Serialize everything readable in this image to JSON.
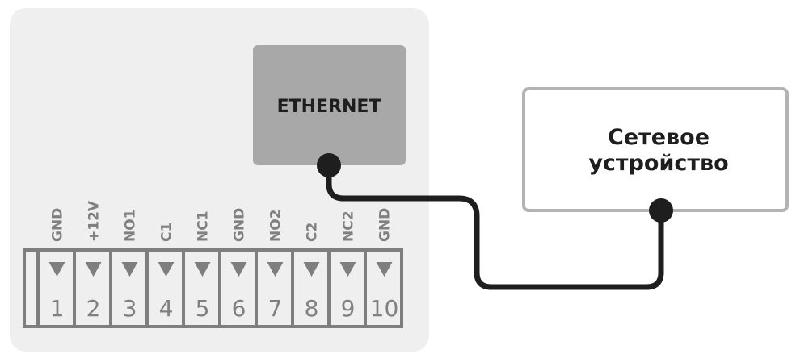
{
  "board": {
    "ethernet_label": "ETHERNET",
    "terminals": [
      {
        "name": "GND",
        "number": "1"
      },
      {
        "name": "+12V",
        "number": "2"
      },
      {
        "name": "NO1",
        "number": "3"
      },
      {
        "name": "C1",
        "number": "4"
      },
      {
        "name": "NC1",
        "number": "5"
      },
      {
        "name": "GND",
        "number": "6"
      },
      {
        "name": "NO2",
        "number": "7"
      },
      {
        "name": "C2",
        "number": "8"
      },
      {
        "name": "NC2",
        "number": "9"
      },
      {
        "name": "GND",
        "number": "10"
      }
    ]
  },
  "device": {
    "line1": "Сетевое",
    "line2": "устройство"
  },
  "colors": {
    "board_bg": "#efefef",
    "ethernet_bg": "#a8a8a8",
    "terminal_border": "#7e7e7e",
    "terminal_text": "#808080",
    "cable": "#1e1e1e",
    "device_border": "#b3b3b3"
  }
}
